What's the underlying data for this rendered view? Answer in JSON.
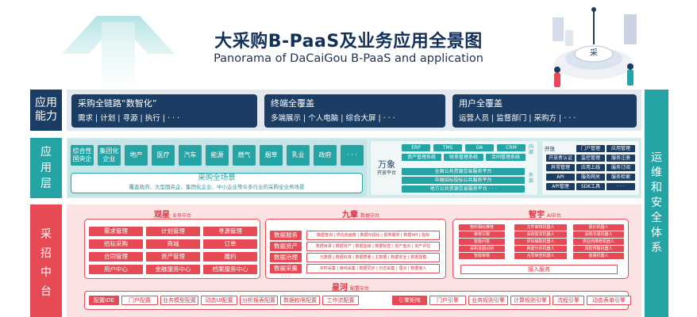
{
  "title_cn": "大采购B-PaaS及业务应用全景图",
  "title_en": "Panorama of DaCaiGou B-PaaS and  application",
  "hero_badge": "采",
  "labels": {
    "app_capability": "应用能力",
    "app_layer": "应用层",
    "procurement": "采招中台",
    "ops": "运维和安全体系"
  },
  "capabilities": [
    {
      "title": "采购全链路“数智化”",
      "sub": "需求 | 计划 | 寻源 | 执行 | · · ·"
    },
    {
      "title": "终端全覆盖",
      "sub": "多端展示 | 个人电脑 | 综合大屏 | · · ·"
    },
    {
      "title": "用户全覆盖",
      "sub": "运营人员 | 监督部门 | 采购方 | · · ·"
    }
  ],
  "industries": [
    "综合性国央企",
    "集团化企业",
    "地产",
    "医疗",
    "汽车",
    "能源",
    "燃气",
    "烟草",
    "乳业",
    "政府",
    "· · ·"
  ],
  "scene": {
    "title": "采购全场景",
    "sub": "覆盖政府、大型国央企、集团化企业、中小企业等众多行业的采购全业务场景"
  },
  "wanxiang": {
    "title": "万象",
    "sub": "开放平台",
    "row1": [
      "ERP",
      "TMS",
      "OA",
      "CRM"
    ],
    "row2": [
      "资产管理系统",
      "财务管理系统",
      "合同管理系统"
    ],
    "ext": [
      "全国公共资源交易服务平台",
      "中国招标投标公共服务平台",
      "地方公共资源交易服务平台 · · ·"
    ],
    "inner_label": "内部",
    "outer_label": "外部"
  },
  "open_platform": {
    "title": "开放",
    "rows": [
      [
        "门户管理",
        "应用管理"
      ],
      [
        "开放者认证",
        "监控管理",
        "服务注册"
      ],
      [
        "异常管理",
        "应用上线",
        "服务订阅"
      ],
      [
        "API",
        "服务网关",
        "服务检索"
      ],
      [
        "API管理",
        "SDK工具",
        "· · ·"
      ]
    ]
  },
  "guanxing": {
    "title": "观星",
    "sub": "业务中台",
    "items": [
      [
        "需求管理",
        "计划管理",
        "寻源管理"
      ],
      [
        "招标采购",
        "商城",
        "订单"
      ],
      [
        "合同管理",
        "资产管理",
        "履约"
      ],
      [
        "用户中心",
        "金融服务中心",
        "档案服务中心",
        "· · ·"
      ]
    ]
  },
  "jiuzhang": {
    "title": "九章",
    "sub": "数据中台",
    "labels": [
      "数据服务",
      "数据资产",
      "数据治理",
      "数据采集",
      "· · ·"
    ],
    "details": [
      "数据查询 | 供应商画像 | 数据可视化 | 报表服务 | 数据API | 指标",
      "数据目录 | 数据资产 | 数据血缘 | 数据标签 | 资产盘点 | 资产评估",
      "元数据 | 数据标准 | 数据质量 | 主数据 | 数据安全 | 数据建模",
      "实时采集 | 离线采集 | 数据同步 | 日志采集 | 埋点 | 数据接入"
    ]
  },
  "zhiyu": {
    "title": "智宇",
    "sub": "AI中台",
    "col1": [
      "物料相似推荐",
      "推荐引擎",
      "智能问答",
      "采购意图识别",
      "智能审核"
    ],
    "col2": [
      "文件审核机器人",
      "采购需求机器人",
      "评标辅助机器人",
      "数据分析机器人",
      "合同审查机器人"
    ],
    "col3": [
      "报价机器人",
      "采购寻源机器人",
      "供应商推荐机器人",
      "风险预警机器人",
      "客服机器人"
    ],
    "inject": "接入服务"
  },
  "xinghe": {
    "title": "星河",
    "sub": "配置中台",
    "left": [
      "配置IDE",
      "门户配置",
      "业务模型配置",
      "动态UI配置",
      "分析报表配置",
      "数据权限配置",
      "工作流配置"
    ],
    "right": [
      "引擎矩阵",
      "门户引擎",
      "业务规则引擎",
      "计算规则引擎",
      "流程引擎",
      "动态表单引擎"
    ]
  }
}
